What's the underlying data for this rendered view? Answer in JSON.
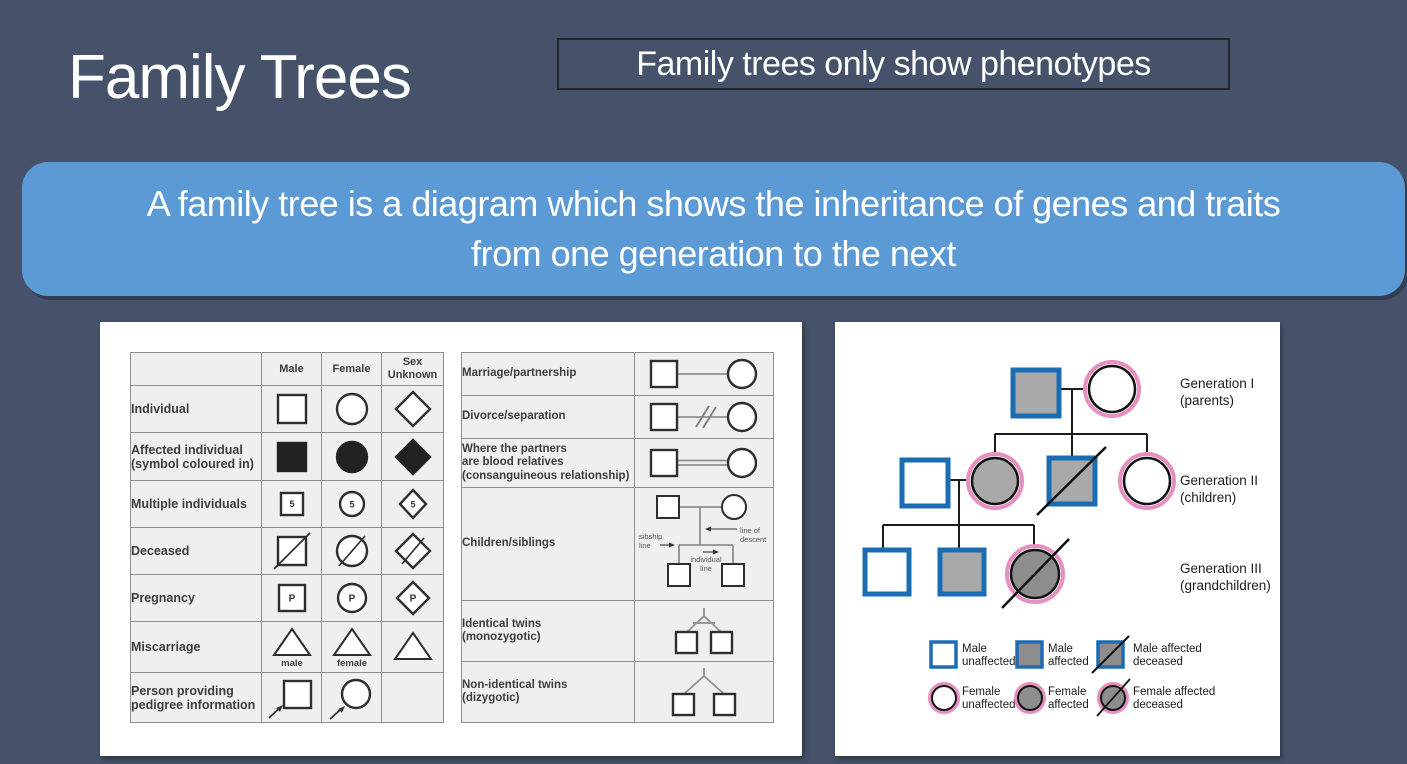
{
  "colors": {
    "slide-bg": "#46526a",
    "lead-box": "#5b9ad5",
    "male-border": "#1a6db3",
    "female-border": "#e68fc0",
    "affected-fill": "#a9a9a9",
    "deceased-fill": "#8d8d8d"
  },
  "header": {
    "title": "Family Trees",
    "note": "Family trees only show phenotypes"
  },
  "lead": {
    "lines": [
      "A family tree is a diagram which shows the inheritance of genes and traits",
      "from one generation to the next"
    ]
  },
  "symbols_table": {
    "col_male": "Male",
    "col_female": "Female",
    "col_unknown": [
      "Sex",
      "Unknown"
    ],
    "individual": "Individual",
    "affected": [
      "Affected individual",
      "(symbol coloured in)"
    ],
    "multiple": "Multiple individuals",
    "multiple_count": "5",
    "deceased": "Deceased",
    "pregnancy": "Pregnancy",
    "pregnancy_letter": "P",
    "miscarriage": "Miscarriage",
    "miscarriage_male": "male",
    "miscarriage_female": "female",
    "proband": [
      "Person providing",
      "pedigree information"
    ]
  },
  "relations_table": {
    "marriage": "Marriage/partnership",
    "divorce": "Divorce/separation",
    "consanguineous": [
      "Where the partners",
      "are blood relatives",
      "(consanguineous relationship)"
    ],
    "children": "Children/siblings",
    "ann_sibship": [
      "sibship",
      "line"
    ],
    "ann_descent": [
      "line of",
      "descent"
    ],
    "ann_individual": [
      "individual",
      "line"
    ],
    "identical": [
      "Identical twins",
      "(monozygotic)"
    ],
    "nonidentical": [
      "Non-identical twins",
      "(dizygotic)"
    ]
  },
  "pedigree": {
    "gen1": {
      "l1": "Generation I",
      "l2": "(parents)"
    },
    "gen2": {
      "l1": "Generation II",
      "l2": "(children)"
    },
    "gen3": {
      "l1": "Generation III",
      "l2": "(grandchildren)"
    },
    "legend": [
      {
        "l1": "Male",
        "l2": "unaffected"
      },
      {
        "l1": "Male",
        "l2": "affected"
      },
      {
        "l1": "Male affected",
        "l2": "deceased"
      },
      {
        "l1": "Female",
        "l2": "unaffected"
      },
      {
        "l1": "Female",
        "l2": "affected"
      },
      {
        "l1": "Female affected",
        "l2": "deceased"
      }
    ]
  }
}
